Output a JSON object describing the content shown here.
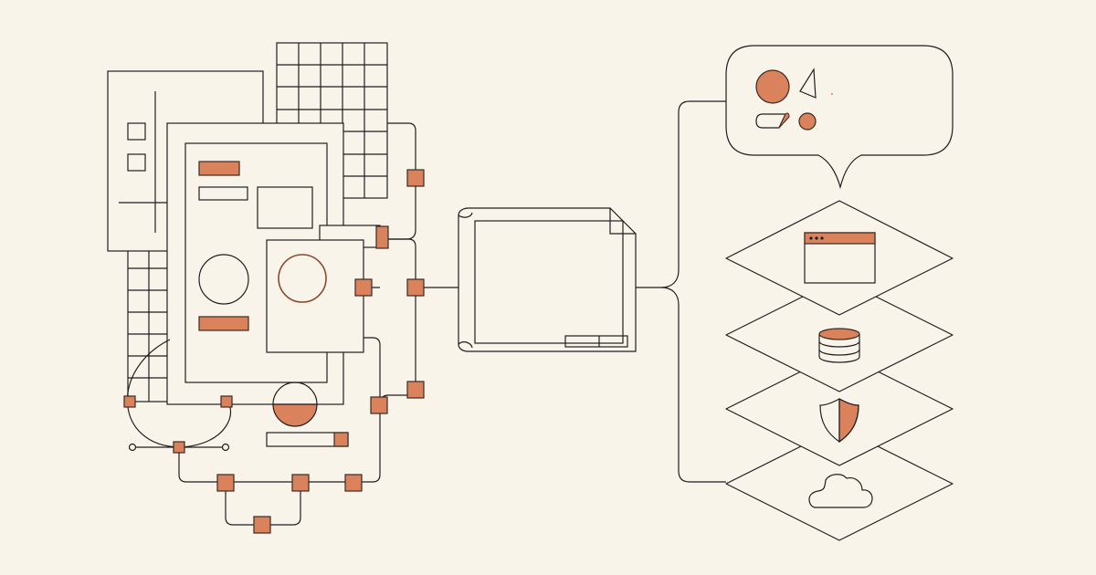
{
  "palette": {
    "background": "#F8F4EA",
    "stroke": "#1F1F1F",
    "accent": "#D9825B",
    "accent_stroke": "#3A2A22",
    "panel_fill": "#F8F4EA"
  },
  "illustration": {
    "left_cluster": [
      "wireframe-grid",
      "document-sheets",
      "node-graph",
      "bezier-curve"
    ],
    "center": "blueprint-scroll",
    "speech_bubble": [
      "circle-shape",
      "triangle-shape",
      "folded-shape",
      "small-dot"
    ],
    "layers": [
      "browser-window-icon",
      "database-icon",
      "shield-icon",
      "cloud-icon"
    ]
  }
}
